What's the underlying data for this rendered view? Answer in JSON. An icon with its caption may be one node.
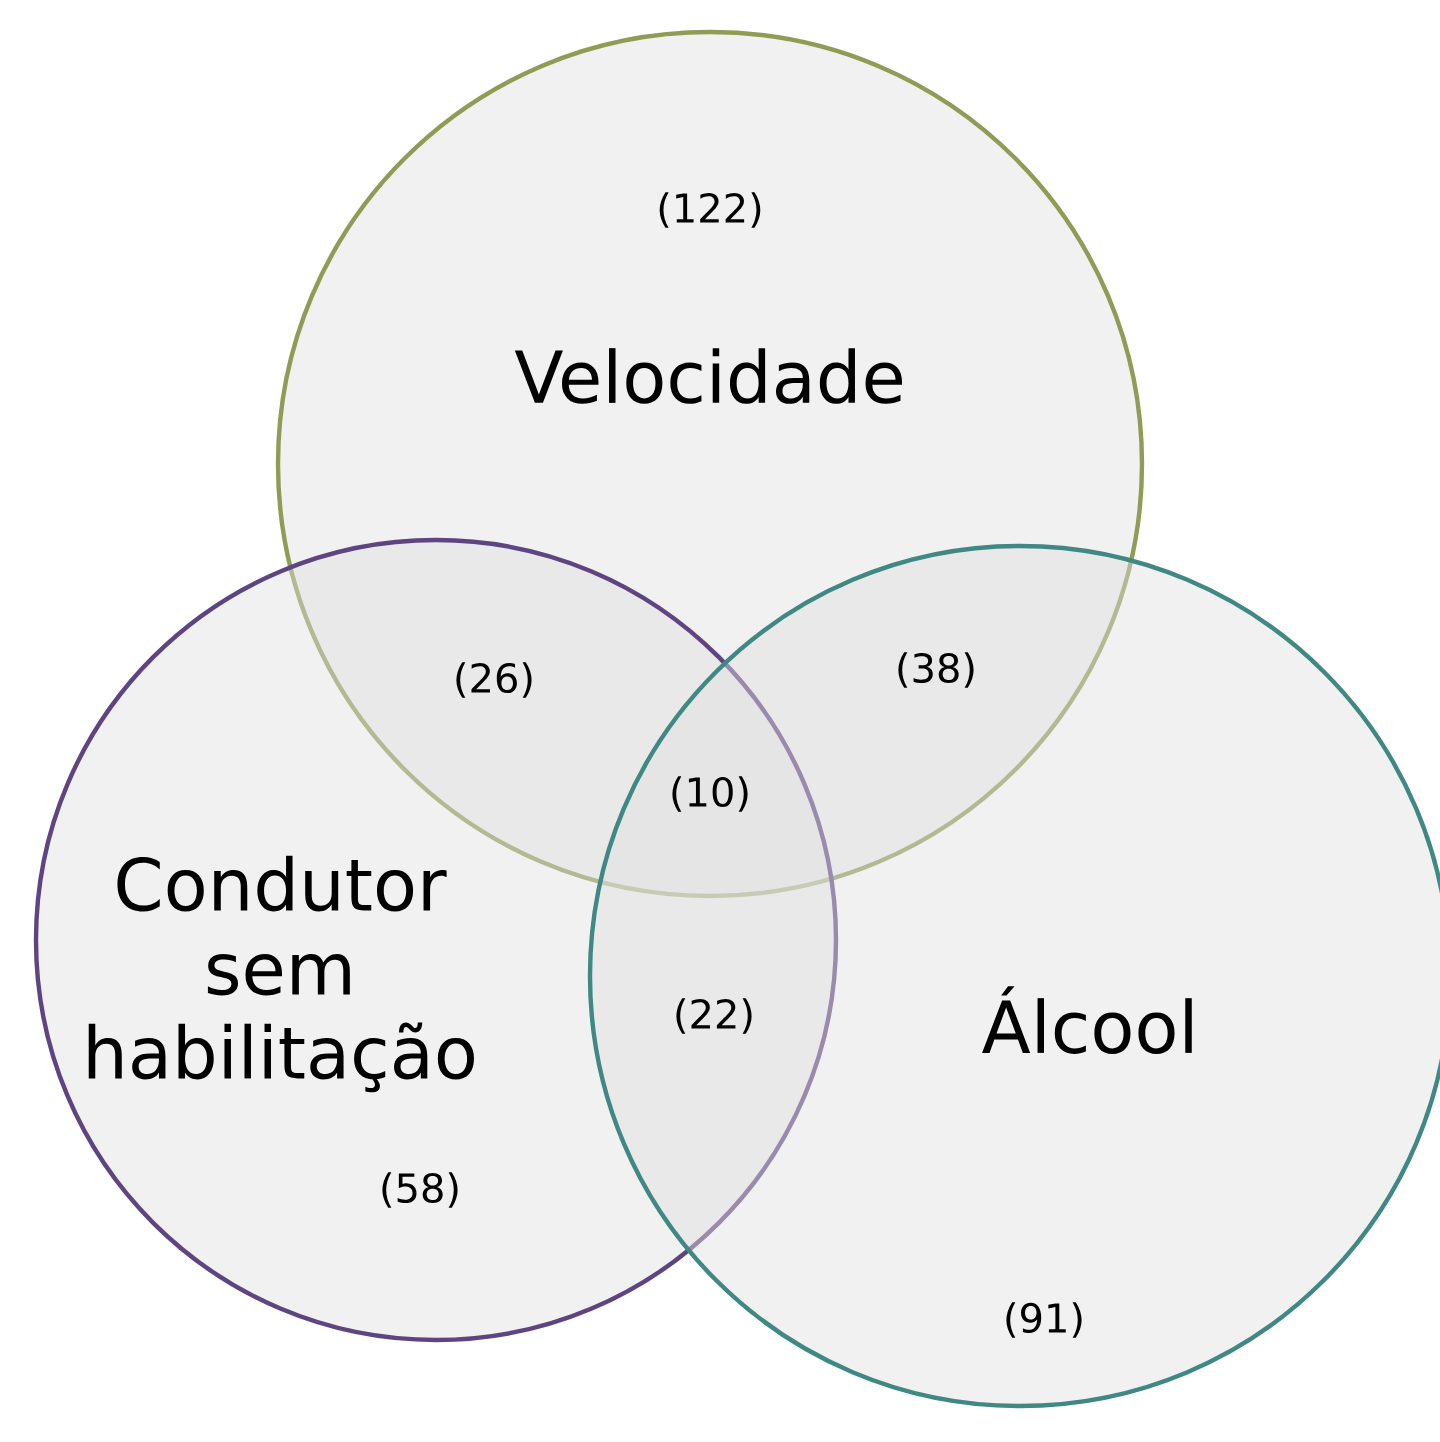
{
  "diagram": {
    "nodes": [
      {
        "text": [
          "(122)",
          "Velocidade"
        ]
      },
      {
        "text": [
          "Condutor sem habilitação",
          "(58)"
        ]
      },
      {
        "text": [
          "Álcool",
          "(91)"
        ]
      }
    ],
    "labels": [
      "(26)",
      "(38)",
      "(10)",
      "(22)"
    ]
  }
}
